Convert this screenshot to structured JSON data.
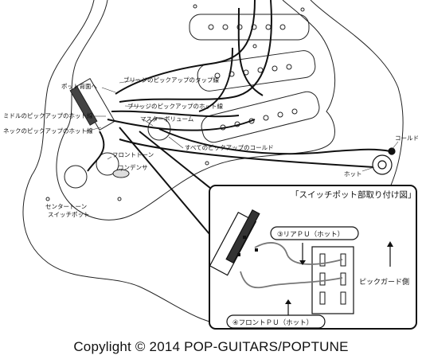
{
  "labels": {
    "bridge_tap": "ブリッジのピックアップのタップ線",
    "switch_mount": "ポット背面へ",
    "bridge_hot": "ブリッジのピックアップのホット線",
    "middle_hot": "ミドルのピックアップのホット線",
    "neck_hot": "ネックのピックアップのホット線",
    "master_volume": "マスターボリューム",
    "all_cold": "すべてのピックアップのコールド",
    "front_tone": "フロントトーン",
    "condenser": "コンデンサ",
    "center_tone_1": "センタートーン",
    "center_tone_2": "スイッチポット",
    "cold": "コールド",
    "hot": "ホット"
  },
  "inset": {
    "title": "「スイッチポット部取り付け図」",
    "rear_pu": "③リアＰＵ（ホット）",
    "front_pu": "④フロントＰＵ（ホット）",
    "pickguard_side": "ピックガード側"
  },
  "footer": {
    "copyright": "Copylight © 2014 POP-GUITARS/POPTUNE"
  },
  "colors": {
    "line": "#111111",
    "paper": "#ffffff"
  }
}
